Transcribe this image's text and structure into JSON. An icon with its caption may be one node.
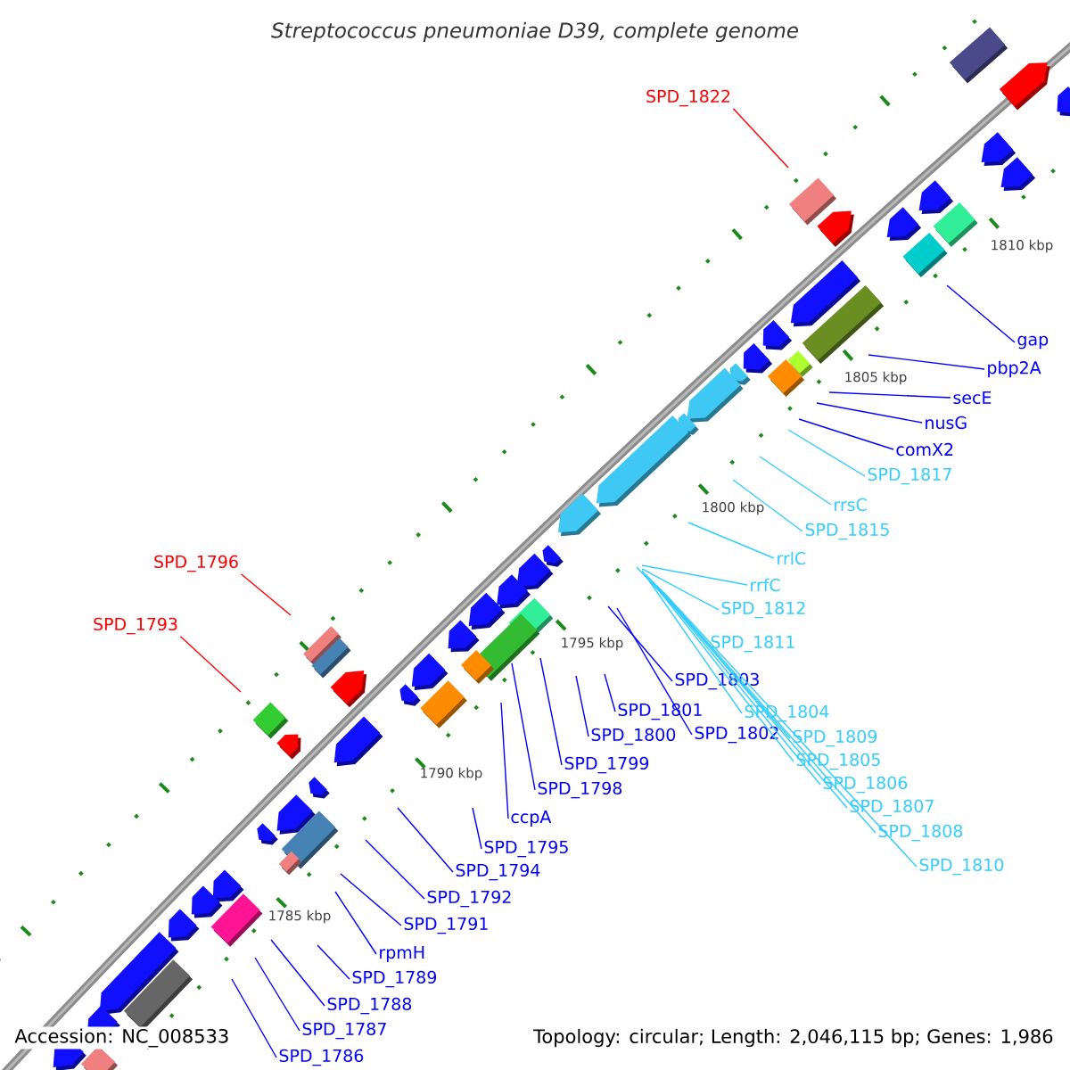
{
  "diagram": {
    "title": "Streptococcus pneumoniae D39, complete genome",
    "nodes": [
      {
        "text": [
          "SPD_1822"
        ]
      },
      {
        "text": [
          "gap"
        ]
      },
      {
        "text": [
          "pbp2A"
        ]
      },
      {
        "text": [
          "secE"
        ]
      },
      {
        "text": [
          "nusG"
        ]
      },
      {
        "text": [
          "comX2"
        ]
      },
      {
        "text": [
          "SPD_1817"
        ]
      },
      {
        "text": [
          "rrsC"
        ]
      },
      {
        "text": [
          "SPD_1815"
        ]
      },
      {
        "text": [
          "rrlC"
        ]
      },
      {
        "text": [
          "SPD_1796"
        ]
      },
      {
        "text": [
          "rrfC"
        ]
      },
      {
        "text": [
          "SPD_1812"
        ]
      },
      {
        "text": [
          "SPD_1793"
        ]
      },
      {
        "text": [
          "SPD_1811"
        ]
      },
      {
        "text": [
          "SPD_1803"
        ]
      },
      {
        "text": [
          "SPD_1801"
        ]
      },
      {
        "text": [
          "SPD_1804"
        ]
      },
      {
        "text": [
          "SPD_1802"
        ]
      },
      {
        "text": [
          "SPD_1800"
        ]
      },
      {
        "text": [
          "SPD_1809"
        ]
      },
      {
        "text": [
          "SPD_1805"
        ]
      },
      {
        "text": [
          "SPD_1799"
        ]
      },
      {
        "text": [
          "SPD_1798"
        ]
      },
      {
        "text": [
          "SPD_1806"
        ]
      },
      {
        "text": [
          "SPD_1807"
        ]
      },
      {
        "text": [
          "ccpA"
        ]
      },
      {
        "text": [
          "SPD_1808"
        ]
      },
      {
        "text": [
          "SPD_1795"
        ]
      },
      {
        "text": [
          "SPD_1810"
        ]
      },
      {
        "text": [
          "SPD_1794"
        ]
      },
      {
        "text": [
          "SPD_1792"
        ]
      },
      {
        "text": [
          "SPD_1791"
        ]
      },
      {
        "text": [
          "rpmH"
        ]
      },
      {
        "text": [
          "SPD_1789"
        ]
      },
      {
        "text": [
          "SPD_1788"
        ]
      },
      {
        "text": [
          "SPD_1787"
        ]
      },
      {
        "text": [
          "SPD_1786"
        ]
      }
    ],
    "edges": [
      {
        "from": 0,
        "to": null,
        "arrow": "none",
        "color": "#ff0000"
      },
      {
        "from": 1,
        "to": null,
        "arrow": "none"
      },
      {
        "from": 2,
        "to": null,
        "arrow": "none"
      },
      {
        "from": 3,
        "to": null,
        "arrow": "none"
      },
      {
        "from": 4,
        "to": null,
        "arrow": "none"
      },
      {
        "from": 5,
        "to": null,
        "arrow": "none"
      },
      {
        "from": 6,
        "to": null,
        "arrow": "none",
        "color": "#33ccff"
      },
      {
        "from": 7,
        "to": null,
        "arrow": "none",
        "color": "#33ccff"
      },
      {
        "from": 8,
        "to": null,
        "arrow": "none",
        "color": "#33ccff"
      },
      {
        "from": 9,
        "to": null,
        "arrow": "none",
        "color": "#33ccff"
      },
      {
        "from": 10,
        "to": null,
        "arrow": "none",
        "color": "#ff0000"
      },
      {
        "from": 11,
        "to": null,
        "arrow": "none",
        "color": "#33ccff"
      },
      {
        "from": 12,
        "to": null,
        "arrow": "none",
        "color": "#33ccff"
      },
      {
        "from": 13,
        "to": null,
        "arrow": "none",
        "color": "#ff0000"
      },
      {
        "from": 14,
        "to": null,
        "arrow": "none",
        "color": "#33ccff"
      },
      {
        "from": 15,
        "to": null,
        "arrow": "none"
      },
      {
        "from": 16,
        "to": null,
        "arrow": "none"
      },
      {
        "from": 17,
        "to": null,
        "arrow": "none",
        "color": "#33ccff"
      },
      {
        "from": 18,
        "to": null,
        "arrow": "none"
      },
      {
        "from": 19,
        "to": null,
        "arrow": "none"
      },
      {
        "from": 20,
        "to": null,
        "arrow": "none",
        "color": "#33ccff"
      },
      {
        "from": 21,
        "to": null,
        "arrow": "none",
        "color": "#33ccff"
      },
      {
        "from": 22,
        "to": null,
        "arrow": "none"
      },
      {
        "from": 23,
        "to": null,
        "arrow": "none"
      },
      {
        "from": 24,
        "to": null,
        "arrow": "none",
        "color": "#33ccff"
      },
      {
        "from": 25,
        "to": null,
        "arrow": "none",
        "color": "#33ccff"
      },
      {
        "from": 26,
        "to": null,
        "arrow": "none"
      },
      {
        "from": 27,
        "to": null,
        "arrow": "none",
        "color": "#33ccff"
      },
      {
        "from": 28,
        "to": null,
        "arrow": "none"
      },
      {
        "from": 29,
        "to": null,
        "arrow": "none",
        "color": "#33ccff"
      },
      {
        "from": 30,
        "to": null,
        "arrow": "none"
      },
      {
        "from": 31,
        "to": null,
        "arrow": "none"
      },
      {
        "from": 32,
        "to": null,
        "arrow": "none"
      },
      {
        "from": 33,
        "to": null,
        "arrow": "none"
      },
      {
        "from": 34,
        "to": null,
        "arrow": "none"
      },
      {
        "from": 35,
        "to": null,
        "arrow": "none"
      },
      {
        "from": 36,
        "to": null,
        "arrow": "none"
      },
      {
        "from": 37,
        "to": null,
        "arrow": "none"
      }
    ],
    "labels": [
      "1810 kbp",
      "1805 kbp",
      "1800 kbp",
      "1795 kbp",
      "1790 kbp",
      "1785 kbp",
      "Accession: NC_008533",
      "Topology: circular; Length: 2,046,115 bp; Genes: 1,986"
    ]
  }
}
